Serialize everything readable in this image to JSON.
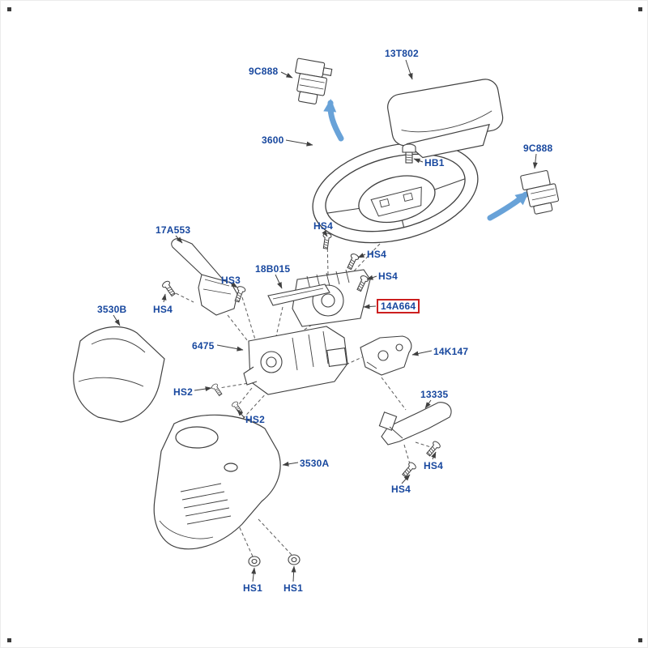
{
  "diagram": {
    "colors": {
      "label": "#17479E",
      "highlight_box": "#CC1F1F",
      "arrow": "#68A2D8",
      "line_art": "#404040"
    },
    "highlighted_part": "14A664",
    "labels": [
      {
        "id": "9C888-upper-left",
        "text": "9C888"
      },
      {
        "id": "13T802",
        "text": "13T802"
      },
      {
        "id": "3600",
        "text": "3600"
      },
      {
        "id": "HB1",
        "text": "HB1"
      },
      {
        "id": "9C888-right",
        "text": "9C888"
      },
      {
        "id": "HS4-1",
        "text": "HS4"
      },
      {
        "id": "HS4-2",
        "text": "HS4"
      },
      {
        "id": "17A553",
        "text": "17A553"
      },
      {
        "id": "HS3",
        "text": "HS3"
      },
      {
        "id": "18B015",
        "text": "18B015"
      },
      {
        "id": "HS4-3",
        "text": "HS4"
      },
      {
        "id": "14A664",
        "text": "14A664"
      },
      {
        "id": "3530B",
        "text": "3530B"
      },
      {
        "id": "HS4-4",
        "text": "HS4"
      },
      {
        "id": "6475",
        "text": "6475"
      },
      {
        "id": "14K147",
        "text": "14K147"
      },
      {
        "id": "HS2-1",
        "text": "HS2"
      },
      {
        "id": "13335",
        "text": "13335"
      },
      {
        "id": "HS2-2",
        "text": "HS2"
      },
      {
        "id": "3530A",
        "text": "3530A"
      },
      {
        "id": "HS4-5",
        "text": "HS4"
      },
      {
        "id": "HS4-6",
        "text": "HS4"
      },
      {
        "id": "HS1-1",
        "text": "HS1"
      },
      {
        "id": "HS1-2",
        "text": "HS1"
      }
    ]
  }
}
